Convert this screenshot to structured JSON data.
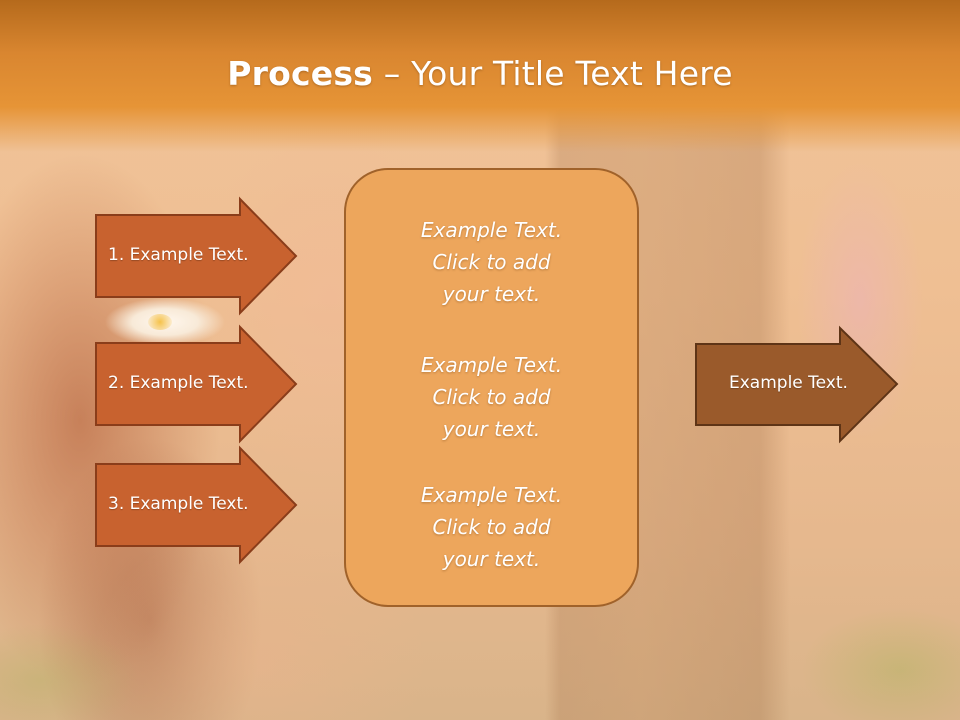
{
  "slide": {
    "title_bold": "Process",
    "title_rest": " – Your Title Text Here",
    "left_arrows": [
      {
        "label": "1. Example Text."
      },
      {
        "label": "2. Example Text."
      },
      {
        "label": "3. Example Text."
      }
    ],
    "center_box": {
      "paragraphs": [
        [
          "Example Text.",
          "Click  to add",
          "your text."
        ],
        [
          "Example Text.",
          "Click  to add",
          "your text."
        ],
        [
          "Example Text.",
          "Click  to add",
          "your text."
        ]
      ]
    },
    "right_arrow": {
      "label": "Example Text."
    }
  },
  "colors": {
    "title_bar": "#e69436",
    "left_arrow_fill": "#c8622f",
    "left_arrow_stroke": "#8a3d1a",
    "center_box_fill": "#eda65c",
    "center_box_stroke": "#a0622a",
    "right_arrow_fill": "#9a5a2b",
    "right_arrow_stroke": "#5e3416"
  }
}
